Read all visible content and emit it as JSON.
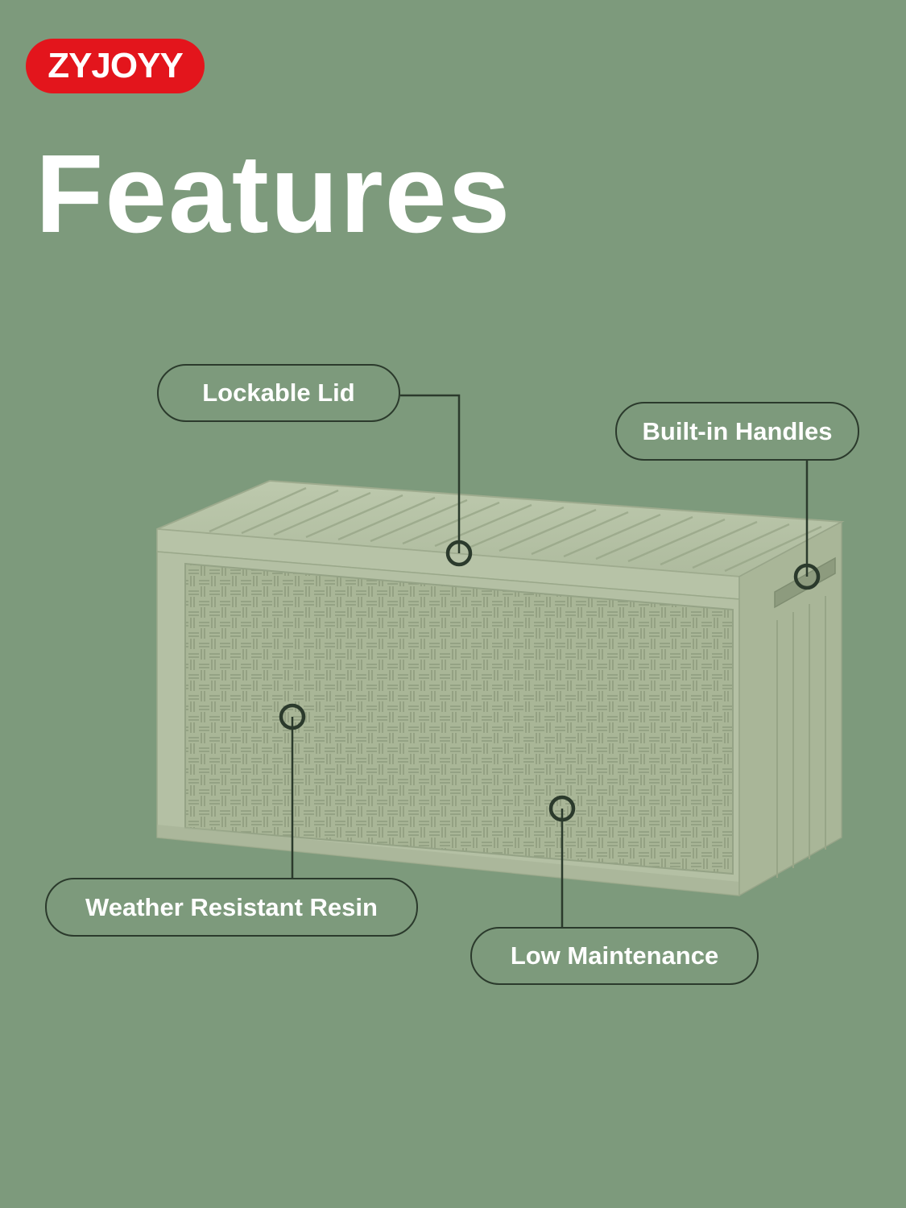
{
  "brand": {
    "logo_text": "ZYJOYY",
    "color": "#e3151c"
  },
  "heading": "Features",
  "background_color": "#7d9a7c",
  "product": {
    "image": "deck-storage-box",
    "color": "#b3c0a3"
  },
  "callouts": {
    "lockable_lid": "Lockable Lid",
    "built_in_handles": "Built-in Handles",
    "weather_resistant_resin": "Weather Resistant Resin",
    "low_maintenance": "Low Maintenance"
  }
}
